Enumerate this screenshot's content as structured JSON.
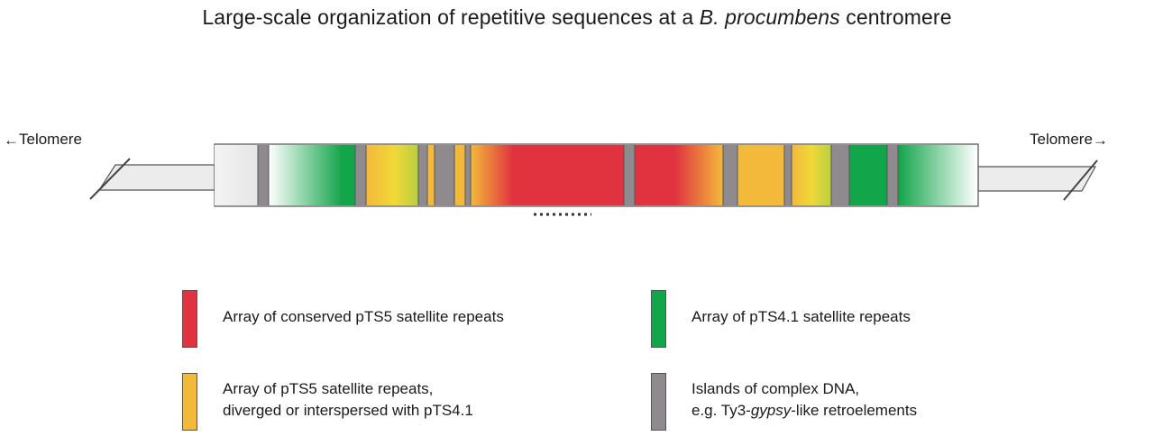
{
  "title": {
    "prefix": "Large-scale organization of repetitive sequences at a ",
    "species": "B. procumbens",
    "suffix": " centromere"
  },
  "telomere_left": {
    "arrow": "←",
    "label": "Telomere"
  },
  "telomere_right": {
    "arrow": "→",
    "label": "Telomere"
  },
  "colors": {
    "conserved_pTS5": "#e0323f",
    "pTS4_1": "#12a54a",
    "diverged_pTS5": "#f3b93a",
    "complex_dna": "#8e8a8e",
    "chromosome_fill": "#ececec",
    "outline": "#555555"
  },
  "legend": [
    {
      "color": "#e0323f",
      "lines": [
        "Array of conserved pTS5 satellite repeats"
      ]
    },
    {
      "color": "#12a54a",
      "lines": [
        "Array of pTS4.1 satellite repeats"
      ]
    },
    {
      "color": "#f3b93a",
      "lines": [
        "Array of pTS5 satellite repeats,",
        "diverged or interspersed with pTS4.1"
      ]
    },
    {
      "color": "#8e8a8e",
      "lines_html": [
        "Islands of complex DNA,",
        "e.g. Ty3-<i>gypsy</i>-like retroelements"
      ]
    }
  ]
}
